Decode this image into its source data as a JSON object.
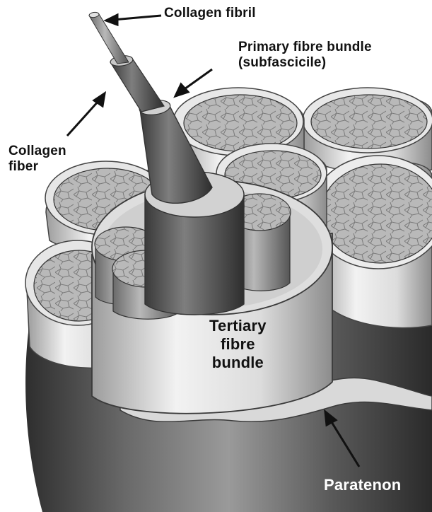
{
  "labels": {
    "collagen_fibril": "Collagen fibril",
    "primary_bundle_line1": "Primary fibre bundle",
    "primary_bundle_line2": "(subfascicile)",
    "collagen_fiber_line1": "Collagen",
    "collagen_fiber_line2": "fiber",
    "tertiary_line1": "Tertiary",
    "tertiary_line2": "fibre",
    "tertiary_line3": "bundle",
    "paratenon": "Paratenon"
  },
  "colors": {
    "sheath_dark": "#4a4a4a",
    "sheath_light": "#e6e6e6",
    "fascicle_fill": "#bdbdbd",
    "fibril_outline": "#2a2a2a",
    "paratenon_label": "#ffffff"
  }
}
